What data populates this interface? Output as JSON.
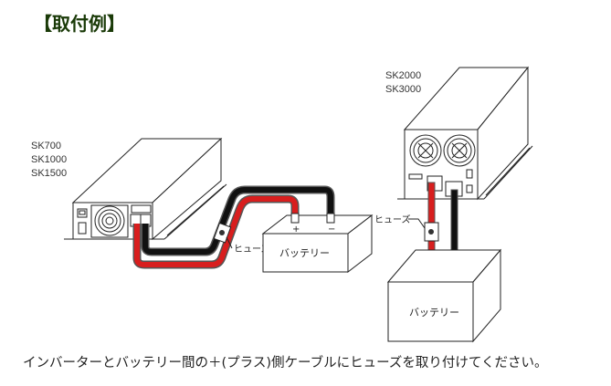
{
  "title": "【取付例】",
  "left_setup": {
    "models": [
      "SK700",
      "SK1000",
      "SK1500"
    ],
    "fuse_label": "ヒューズ",
    "battery_label": "バッテリー",
    "plus": "+",
    "minus": "−"
  },
  "right_setup": {
    "models": [
      "SK2000",
      "SK3000"
    ],
    "fuse_label": "ヒューズ",
    "battery_label": "バッテリー",
    "plus": "+",
    "minus": "−"
  },
  "caption": "インバーターとバッテリー間の＋(プラス)側ケーブルにヒューズを取り付けてください。",
  "colors": {
    "title": "#1a3a08",
    "positive_cable": "#d81e1e",
    "negative_cable": "#111111"
  }
}
